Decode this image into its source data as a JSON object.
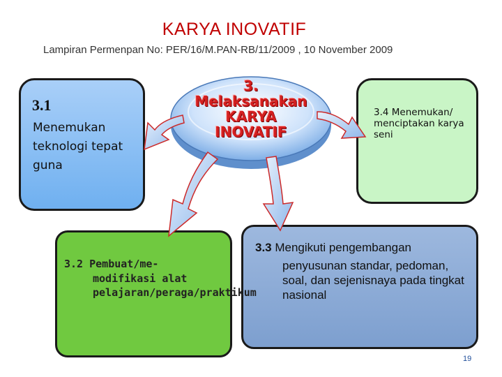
{
  "title": "KARYA INOVATIF",
  "subtitle": "Lampiran  Permenpan  No: PER/16/M.PAN-RB/11/2009 , 10 November 2009",
  "center": {
    "lines": [
      "3.",
      "Melaksanakan",
      "KARYA",
      "INOVATIF"
    ]
  },
  "box_3_1": {
    "heading": "3.1",
    "text": "Menemukan teknologi tepat guna"
  },
  "box_3_2": {
    "first_line": "3.2 Pembuat/me-",
    "rest": "modifikasi alat pelajaran/peraga/praktikum"
  },
  "box_3_3": {
    "number": "3.3",
    "first_line": " Mengikuti pengembangan",
    "rest": "penyusunan standar, pedoman, soal, dan sejenisnaya pada  tingkat nasional"
  },
  "box_3_4": {
    "text": "3.4 Menemukan/ menciptakan karya seni"
  },
  "page_number": "19",
  "colors": {
    "title": "#c00000",
    "center_text": "#d42020",
    "box_3_1": "#7ab6f2",
    "box_3_4": "#c9f5c6",
    "box_3_2": "#70c940",
    "box_3_3": "#8eacd8",
    "arrow_fill": "#9ec3ee",
    "arrow_edge": "#cc2a2a"
  }
}
